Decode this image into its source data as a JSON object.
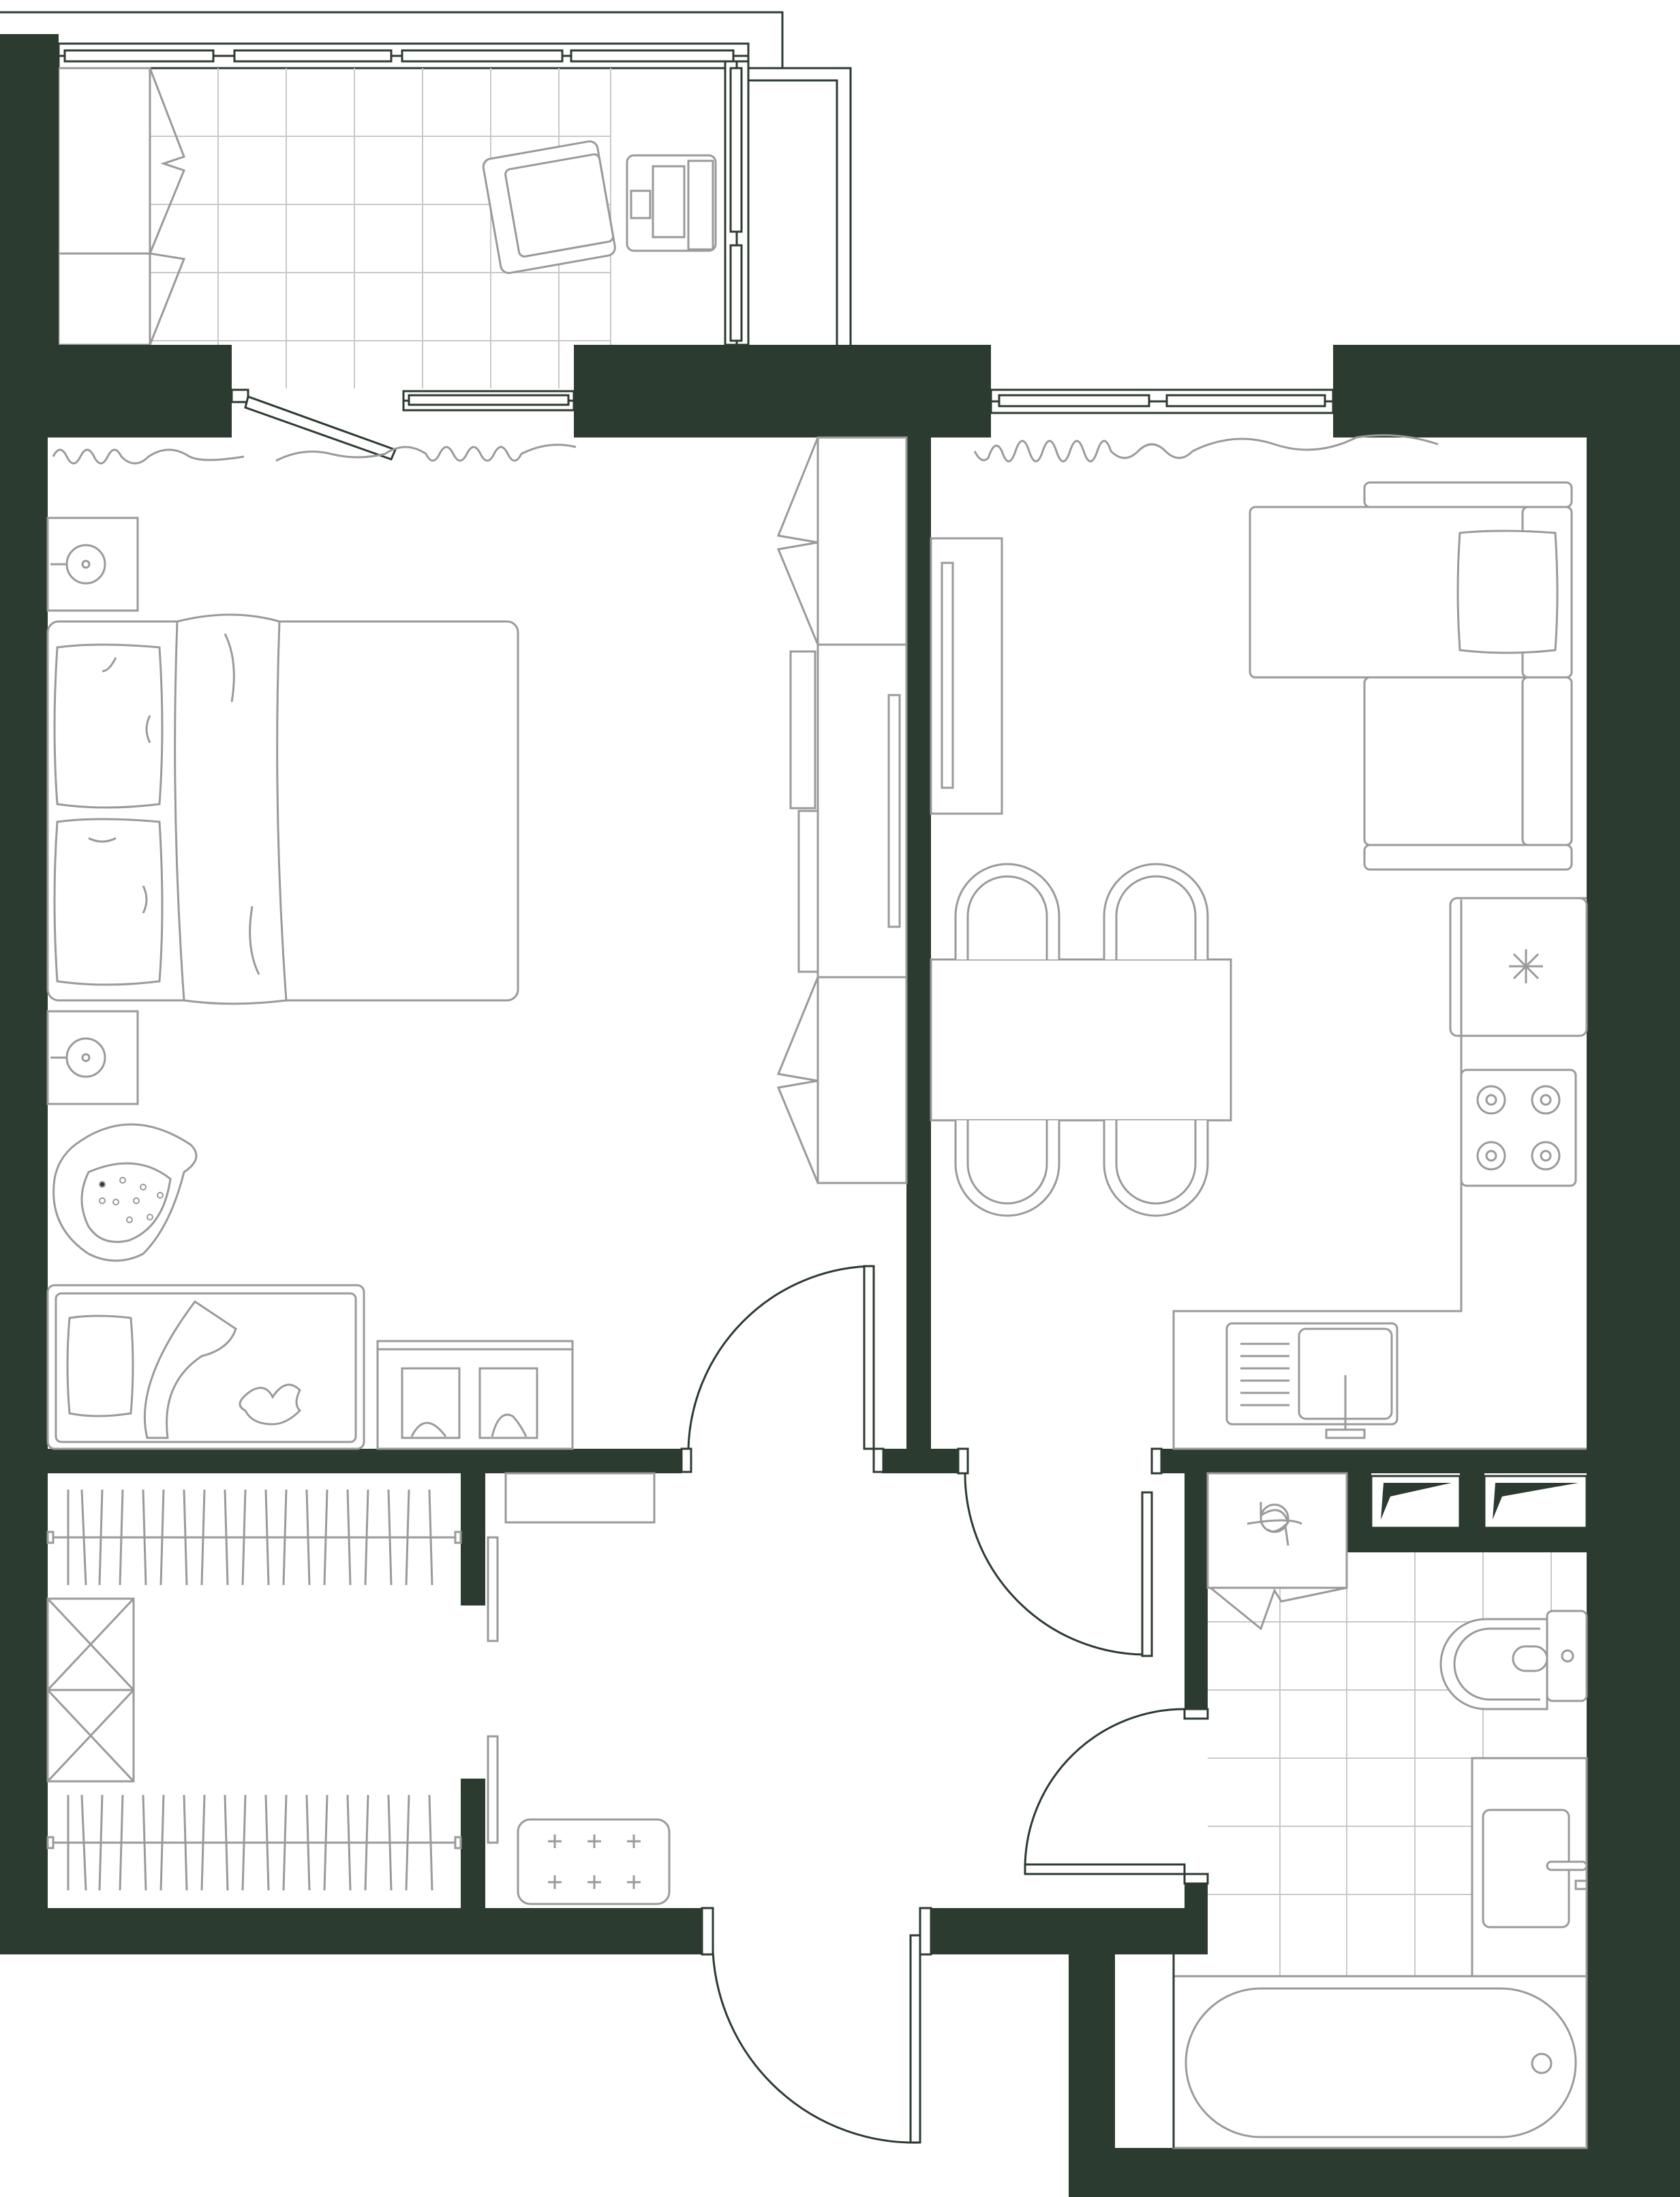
{
  "plan": {
    "rooms": [
      {
        "key": "loggia"
      },
      {
        "key": "bedroom"
      },
      {
        "key": "kitchen-living"
      },
      {
        "key": "wardrobe"
      },
      {
        "key": "hallway"
      },
      {
        "key": "bathroom"
      }
    ],
    "colors": {
      "wall": "#2c3b30",
      "furniture_stroke": "#9a9a9a",
      "tile_grid": "#c9c9c9",
      "background": "#ffffff"
    }
  }
}
